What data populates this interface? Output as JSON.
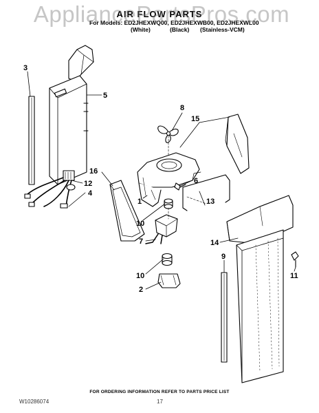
{
  "watermark": "AppliancePartsPros.com",
  "title": "AIR FLOW PARTS",
  "models_line": "For Models: ED2JHEXWQ00, ED2JHEXWB00, ED2JHEXWL00",
  "variants": [
    "(White)",
    "(Black)",
    "(Stainless-VCM)"
  ],
  "callouts": [
    "3",
    "5",
    "8",
    "15",
    "16",
    "12",
    "4",
    "6",
    "13",
    "1",
    "10",
    "7",
    "14",
    "9",
    "10",
    "2",
    "11"
  ],
  "footer_note": "FOR ORDERING INFORMATION REFER TO PARTS PRICE LIST",
  "doc_number": "W10286074",
  "page_number": "17"
}
